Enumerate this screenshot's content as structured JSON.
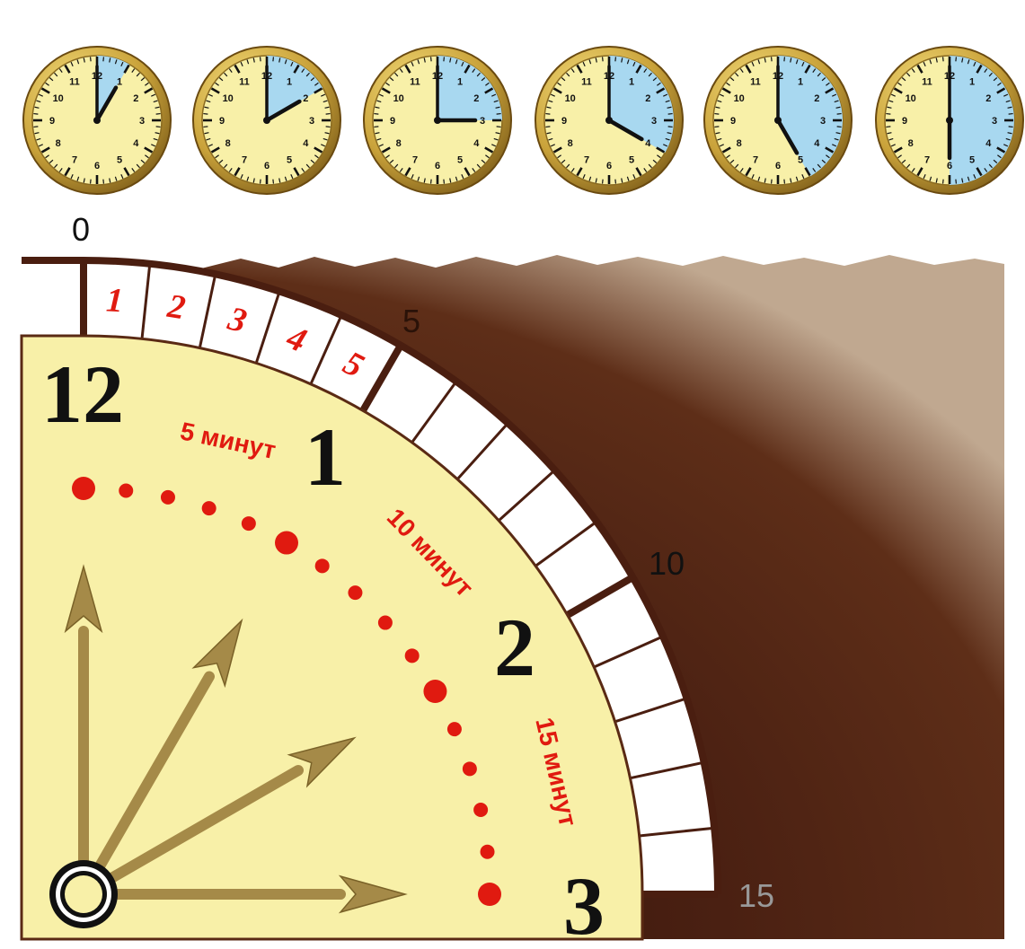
{
  "small_clocks": {
    "dial_numbers": [
      "12",
      "1",
      "2",
      "3",
      "4",
      "5",
      "6",
      "7",
      "8",
      "9",
      "10",
      "11"
    ],
    "clocks": [
      {
        "time": "1:00",
        "elapsed_minutes": 5
      },
      {
        "time": "2:00",
        "elapsed_minutes": 10
      },
      {
        "time": "3:00",
        "elapsed_minutes": 15
      },
      {
        "time": "4:00",
        "elapsed_minutes": 20
      },
      {
        "time": "5:00",
        "elapsed_minutes": 25
      },
      {
        "time": "6:00",
        "elapsed_minutes": 30
      }
    ]
  },
  "big_clock": {
    "hour_labels": [
      "12",
      "1",
      "2",
      "3"
    ],
    "minute_scale_labels": [
      "0",
      "5",
      "10",
      "15"
    ],
    "minute_cell_labels": [
      "1",
      "2",
      "3",
      "4",
      "5"
    ],
    "interval_labels": [
      "5 минут",
      "10 минут",
      "15 минут"
    ]
  },
  "colors": {
    "face": "#f8f0a8",
    "highlight": "#a8d8f0",
    "brown": "#4a1e10",
    "red": "#e01a10",
    "hand": "#a58a48",
    "gold": "#c9a23a"
  }
}
